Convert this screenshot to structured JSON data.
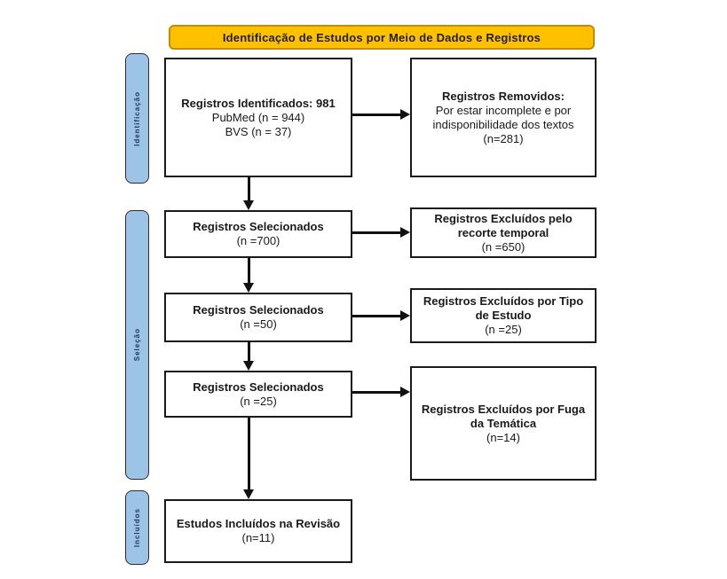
{
  "header": {
    "title": "Identificação de Estudos por Meio de Dados e Registros"
  },
  "stages": [
    {
      "label": "Identificação"
    },
    {
      "label": "Seleção"
    },
    {
      "label": "Incluídos"
    }
  ],
  "flow": {
    "left": [
      {
        "title": "Registros Identificados: 981",
        "lines": [
          "PubMed (n = 944)",
          "BVS (n = 37)"
        ]
      },
      {
        "title": "Registros Selecionados",
        "lines": [
          "(n =700)"
        ]
      },
      {
        "title": "Registros Selecionados",
        "lines": [
          "(n =50)"
        ]
      },
      {
        "title": "Registros Selecionados",
        "lines": [
          "(n =25)"
        ]
      },
      {
        "title": "Estudos Incluídos na Revisão",
        "lines": [
          "(n=11)"
        ]
      }
    ],
    "right": [
      {
        "title": "Registros Removidos:",
        "lines": [
          "Por estar incomplete e por indisponibilidade dos textos",
          "(n=281)"
        ]
      },
      {
        "title": "Registros Excluídos pelo recorte temporal",
        "lines": [
          "(n =650)"
        ]
      },
      {
        "title": "Registros Excluídos por Tipo de Estudo",
        "lines": [
          "(n =25)"
        ]
      },
      {
        "title": "Registros Excluídos por Fuga da Temática",
        "lines": [
          "(n=14)"
        ]
      }
    ]
  },
  "colors": {
    "banner_bg": "#FFC000",
    "banner_border": "#BF8F00",
    "stage_bar_bg": "#9DC3E6",
    "stage_text": "#1F3864",
    "box_border": "#1a1a1a",
    "arrow": "#111111",
    "background": "#ffffff"
  }
}
